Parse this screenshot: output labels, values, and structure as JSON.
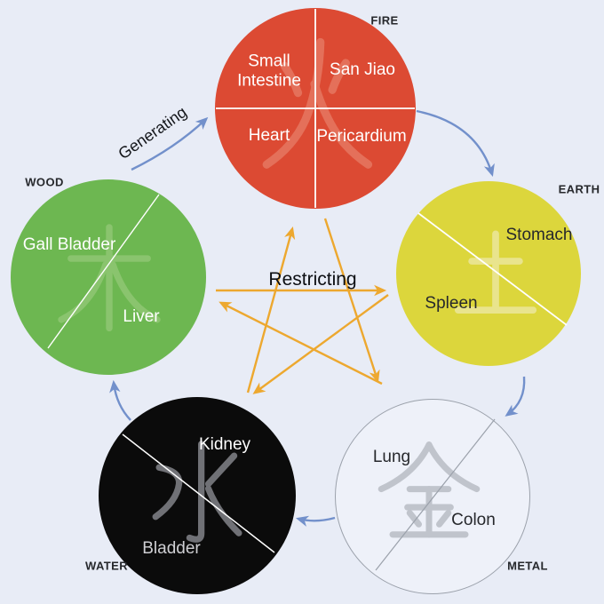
{
  "background_color": "#e8ecf6",
  "cycles": {
    "generating": {
      "label": "Generating",
      "arrow_color": "#7290cb",
      "sequence": [
        "Wood → Fire",
        "Fire → Earth",
        "Earth → Metal",
        "Metal → Water",
        "Water → Wood"
      ]
    },
    "restricting": {
      "label": "Restricting",
      "arrow_color": "#eda82f",
      "sequence": [
        "Wood → Earth",
        "Earth → Water",
        "Water → Fire",
        "Fire → Metal",
        "Metal → Wood"
      ]
    }
  },
  "elements": {
    "fire": {
      "label": "FIRE",
      "character": "火",
      "fill_color": "#dc4a33",
      "character_color": "#e4705a",
      "organs": {
        "top_left": "Small Intestine",
        "top_right": "San Jiao",
        "bottom_left": "Heart",
        "bottom_right": "Pericardium"
      }
    },
    "earth": {
      "label": "EARTH",
      "character": "土",
      "fill_color": "#dcd63c",
      "character_color": "#e9e48d",
      "organs": {
        "upper": "Stomach",
        "lower": "Spleen"
      }
    },
    "metal": {
      "label": "METAL",
      "character": "金",
      "fill_color": "#eef1f9",
      "outline_color": "#9ba1ab",
      "character_color": "#c0c4cc",
      "organs": {
        "upper": "Lung",
        "lower": "Colon"
      }
    },
    "water": {
      "label": "WATER",
      "character": "水",
      "fill_color": "#0b0b0b",
      "character_color": "#707176",
      "organs": {
        "upper": "Kidney",
        "lower": "Bladder"
      }
    },
    "wood": {
      "label": "WOOD",
      "character": "木",
      "fill_color": "#6db751",
      "character_color": "#8ac46e",
      "organs": {
        "upper": "Gall Bladder",
        "lower": "Liver"
      }
    }
  }
}
